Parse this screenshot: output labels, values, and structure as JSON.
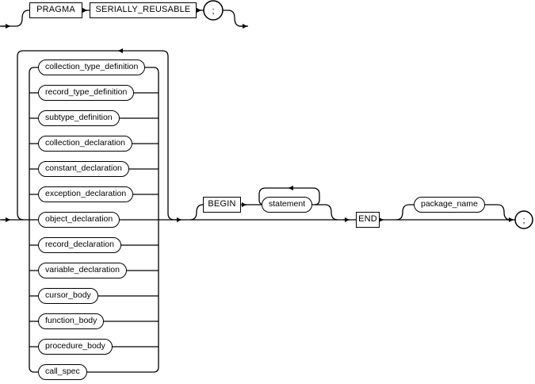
{
  "diagram": {
    "top_branch": {
      "pragma_keyword": "PRAGMA",
      "serially_reusable_keyword": "SERIALLY_REUSABLE",
      "semicolon": ";"
    },
    "declarations": [
      "collection_type_definition",
      "record_type_definition",
      "subtype_definition",
      "collection_declaration",
      "constant_declaration",
      "exception_declaration",
      "object_declaration",
      "record_declaration",
      "variable_declaration",
      "cursor_body",
      "function_body",
      "procedure_body",
      "call_spec"
    ],
    "body_branch": {
      "begin_keyword": "BEGIN",
      "statement": "statement",
      "end_keyword": "END",
      "package_name": "package_name",
      "semicolon": ";"
    },
    "colors": {
      "line": "#000000",
      "background": "#ffffff",
      "node_fill": "#ffffff"
    }
  }
}
